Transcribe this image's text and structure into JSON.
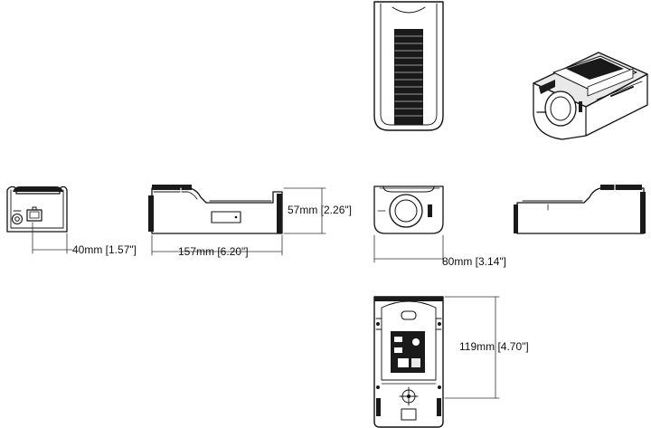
{
  "colors": {
    "line": "#111111",
    "fill_dark": "#1a1a1a",
    "fill_mid": "#9a9a9a",
    "fill_light": "#e9e9e9",
    "background": "#ffffff"
  },
  "dimensions": {
    "rear_depth": "40mm [1.57\"]",
    "side_length": "157mm [6.20\"]",
    "side_height": "57mm [2.26\"]",
    "front_width": "80mm [3.14\"]",
    "bottom_length": "119mm [4.70\"]"
  }
}
